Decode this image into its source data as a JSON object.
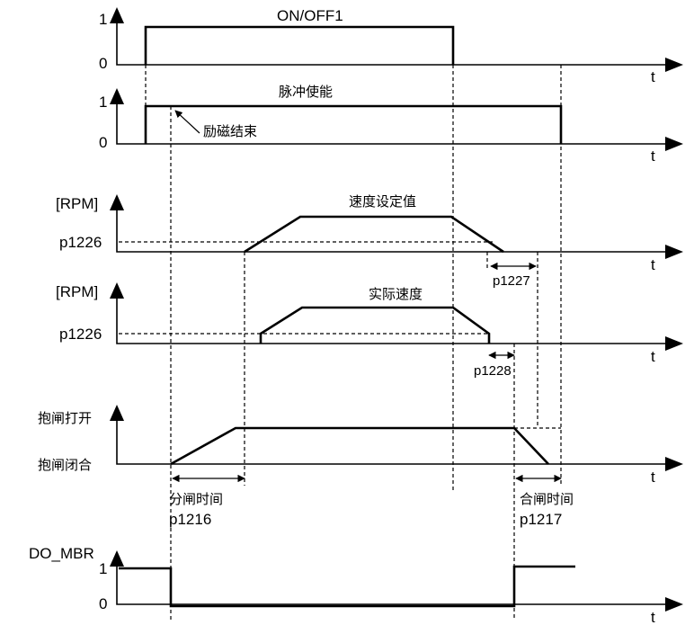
{
  "onoff": {
    "title": "ON/OFF1",
    "y1": "1",
    "y0": "0",
    "t": "t"
  },
  "pulse": {
    "title": "脉冲使能",
    "y1": "1",
    "y0": "0",
    "t": "t",
    "annotation": "励磁结束"
  },
  "setpoint": {
    "ylabel": "[RPM]",
    "level": "p1226",
    "title": "速度设定值",
    "t": "t",
    "dt": "p1227"
  },
  "actual": {
    "ylabel": "[RPM]",
    "level": "p1226",
    "title": "实际速度",
    "t": "t",
    "dt": "p1228"
  },
  "brake": {
    "open_label": "抱闸打开",
    "closed_label": "抱闸闭合",
    "t": "t",
    "open_time": {
      "label": "分闸时间",
      "param": "p1216"
    },
    "close_time": {
      "label": "合闸时间",
      "param": "p1217"
    }
  },
  "do_mbr": {
    "title": "DO_MBR",
    "y1": "1",
    "y0": "0",
    "t": "t"
  }
}
